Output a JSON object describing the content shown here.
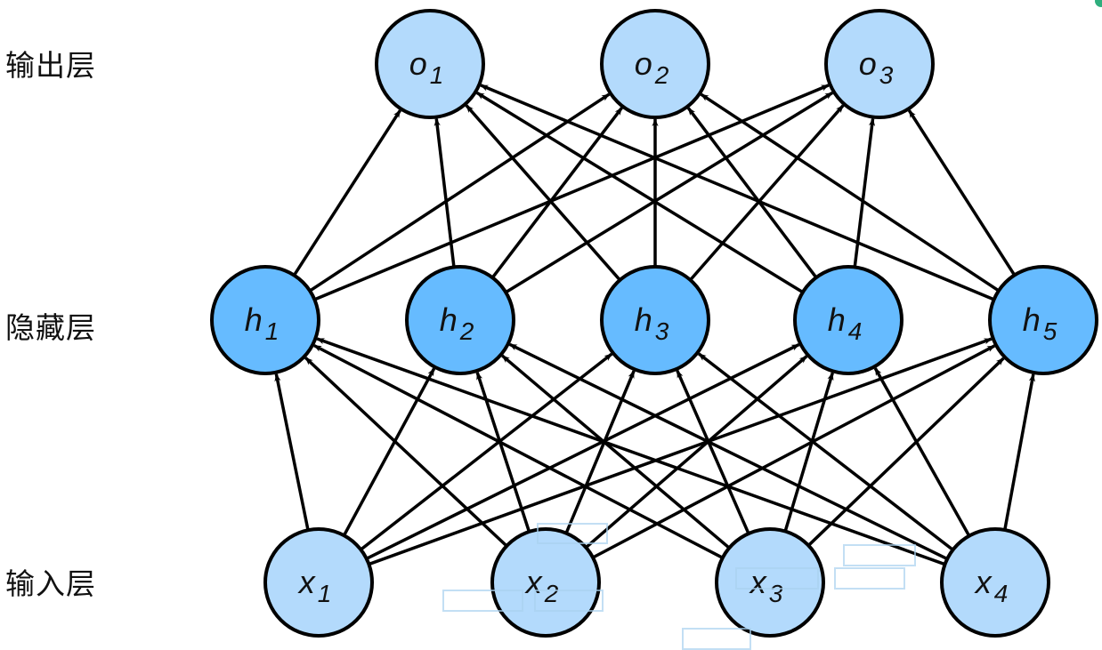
{
  "layers": [
    {
      "id": "output",
      "label": "输出层",
      "color": "#b3dafc",
      "nodes": [
        {
          "name": "o",
          "sub": "1"
        },
        {
          "name": "o",
          "sub": "2"
        },
        {
          "name": "o",
          "sub": "3"
        }
      ]
    },
    {
      "id": "hidden",
      "label": "隐藏层",
      "color": "#66bbff",
      "nodes": [
        {
          "name": "h",
          "sub": "1"
        },
        {
          "name": "h",
          "sub": "2"
        },
        {
          "name": "h",
          "sub": "3"
        },
        {
          "name": "h",
          "sub": "4"
        },
        {
          "name": "h",
          "sub": "5"
        }
      ]
    },
    {
      "id": "input",
      "label": "输入层",
      "color": "#b3dafc",
      "nodes": [
        {
          "name": "x",
          "sub": "1"
        },
        {
          "name": "x",
          "sub": "2"
        },
        {
          "name": "x",
          "sub": "3"
        },
        {
          "name": "x",
          "sub": "4"
        }
      ]
    }
  ],
  "connections": "fully-connected: input→hidden, hidden→output",
  "colors": {
    "edge": "#000000",
    "node_stroke": "#000000",
    "ghost_box": "#aad2f0",
    "corner_mark": "#2fae7d"
  }
}
